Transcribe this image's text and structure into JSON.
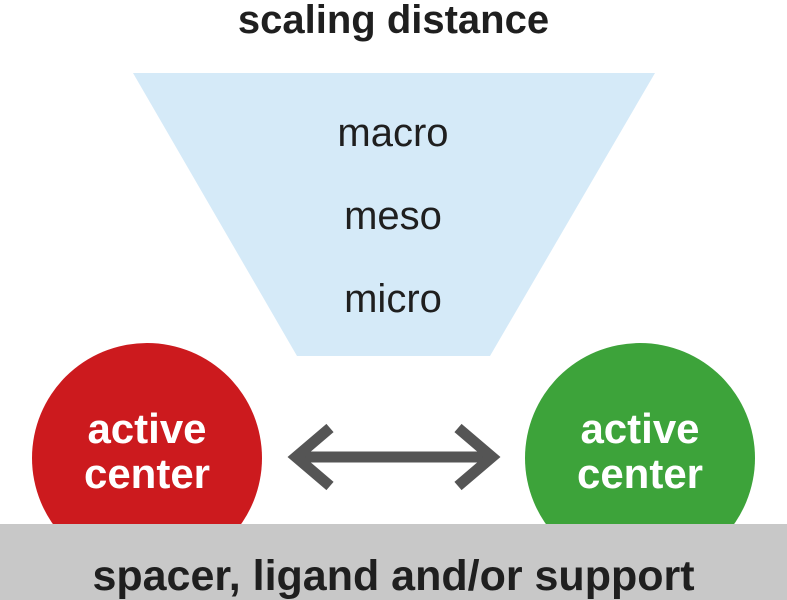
{
  "title": "scaling distance",
  "scales": [
    "macro",
    "meso",
    "micro"
  ],
  "left_center": {
    "line1": "active",
    "line2": "center"
  },
  "right_center": {
    "line1": "active",
    "line2": "center"
  },
  "base_label": "spacer, ligand and/or support",
  "colors": {
    "funnel": "#d5eaf8",
    "left_center": "#cc1a1e",
    "right_center": "#3da33a",
    "arrow": "#555555",
    "base": "#c8c8c8",
    "text": "#1f1f1f"
  }
}
